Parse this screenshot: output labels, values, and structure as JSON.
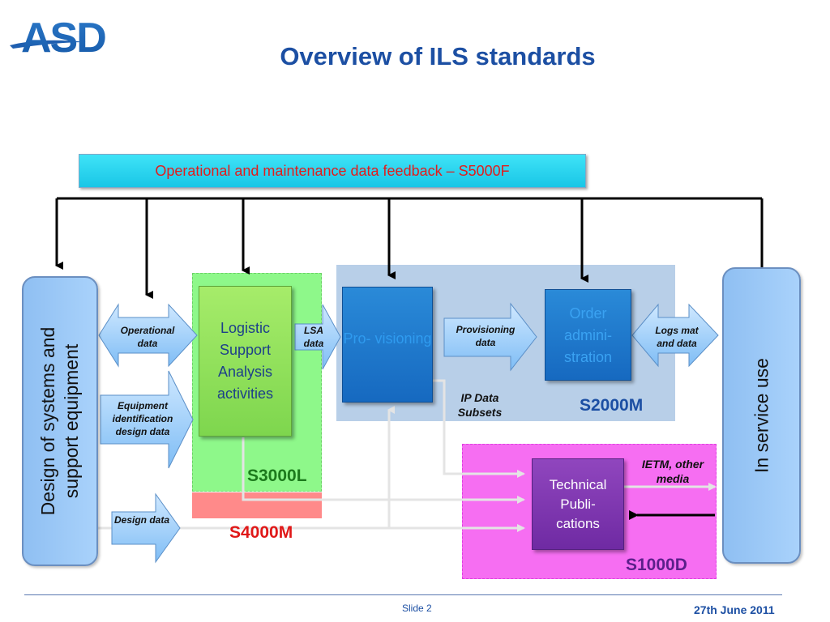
{
  "header": {
    "logo_text": "ASD",
    "title": "Overview of ILS standards"
  },
  "feedback_bar": {
    "label": "Operational and maintenance data feedback – S5000F"
  },
  "side_panels": {
    "left": "Design of systems and support equipment",
    "right": "In service use"
  },
  "process_boxes": {
    "lsa": "Logistic Support Analysis activities",
    "provisioning": "Pro- visioning",
    "order_administration": "Order admini- stration",
    "technical_publications": "Technical Publi- cations"
  },
  "arrow_labels": {
    "operational_data": "Operational data",
    "equipment_identification": "Equipment identification design data",
    "design_data": "Design data",
    "lsa_data": "LSA data",
    "provisioning_data": "Provisioning data",
    "logs_mat_data": "Logs mat and data"
  },
  "notes": {
    "ip_data_subsets": "IP Data Subsets",
    "ietm": "IETM, other media"
  },
  "standards": {
    "s3000l": "S3000L",
    "s4000m": "S4000M",
    "s2000m": "S2000M",
    "s1000d": "S1000D"
  },
  "colors": {
    "title_blue": "#1c4fa3",
    "feedback_red": "#e21c1c",
    "s4000m_red": "#e01818",
    "s3000l_green": "#1c7a1c",
    "s2000m_blue": "#1c4fa3",
    "s1000d_purple": "#5b1f8a"
  },
  "footer": {
    "slide": "Slide 2",
    "date": "27th June 2011"
  }
}
